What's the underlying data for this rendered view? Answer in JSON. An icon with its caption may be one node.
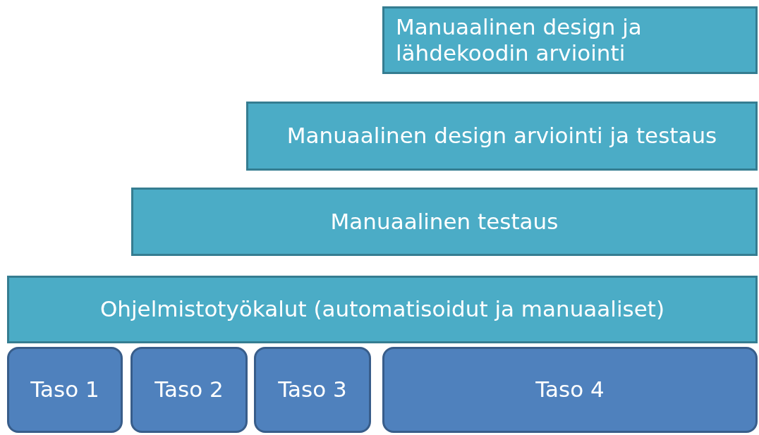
{
  "diagram": {
    "nodes": [
      {
        "text": [
          "Manuaalinen design ja lähdekoodin arviointi"
        ]
      },
      {
        "text": [
          "Manuaalinen design arviointi ja testaus"
        ]
      },
      {
        "text": [
          "Manuaalinen testaus"
        ]
      },
      {
        "text": [
          "Ohjelmistotyökalut (automatisoidut ja manuaaliset)"
        ]
      },
      {
        "text": [
          "Taso 1"
        ]
      },
      {
        "text": [
          "Taso 2"
        ]
      },
      {
        "text": [
          "Taso 3"
        ]
      },
      {
        "text": [
          "Taso 4"
        ]
      }
    ]
  }
}
